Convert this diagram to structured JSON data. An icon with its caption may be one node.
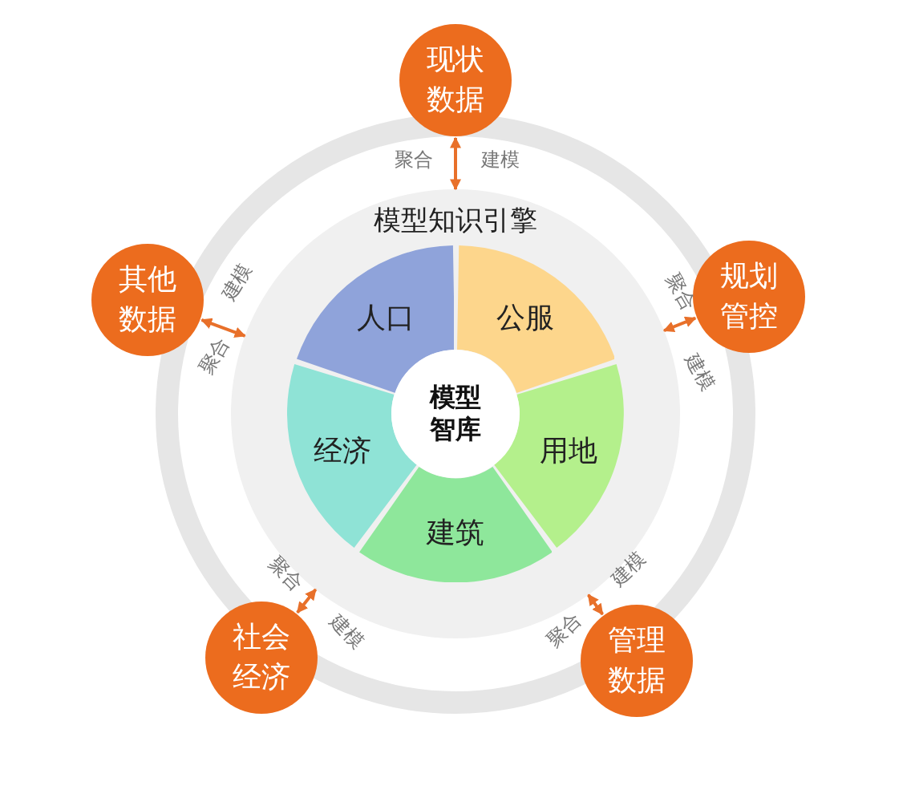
{
  "diagram": {
    "nodes": [
      {
        "text": [
          "现状数据"
        ]
      },
      {
        "text": [
          "其他数据"
        ]
      },
      {
        "text": [
          "规划管控"
        ]
      },
      {
        "text": [
          "社会经济"
        ]
      },
      {
        "text": [
          "管理数据"
        ]
      },
      {
        "text": [
          "模型知识引擎"
        ]
      },
      {
        "text": [
          "人口"
        ],
        "in": 5
      },
      {
        "text": [
          "公服"
        ],
        "in": 5
      },
      {
        "text": [
          "经济"
        ],
        "in": 5
      },
      {
        "text": [
          "用地"
        ],
        "in": 5
      },
      {
        "text": [
          "建筑"
        ],
        "in": 5
      },
      {
        "text": [
          "模型智库"
        ],
        "in": 5
      }
    ],
    "edges": [
      {
        "from": 0,
        "to": 5,
        "arrow": "both"
      },
      {
        "from": 1,
        "to": 5,
        "arrow": "both"
      },
      {
        "from": 2,
        "to": 5,
        "arrow": "both"
      },
      {
        "from": 3,
        "to": 5,
        "arrow": "both"
      },
      {
        "from": 4,
        "to": 5,
        "arrow": "both"
      }
    ],
    "labels": [
      "聚合",
      "建模",
      "建模",
      "聚合",
      "聚合",
      "建模",
      "建模",
      "聚合",
      "聚合",
      "建模"
    ]
  }
}
